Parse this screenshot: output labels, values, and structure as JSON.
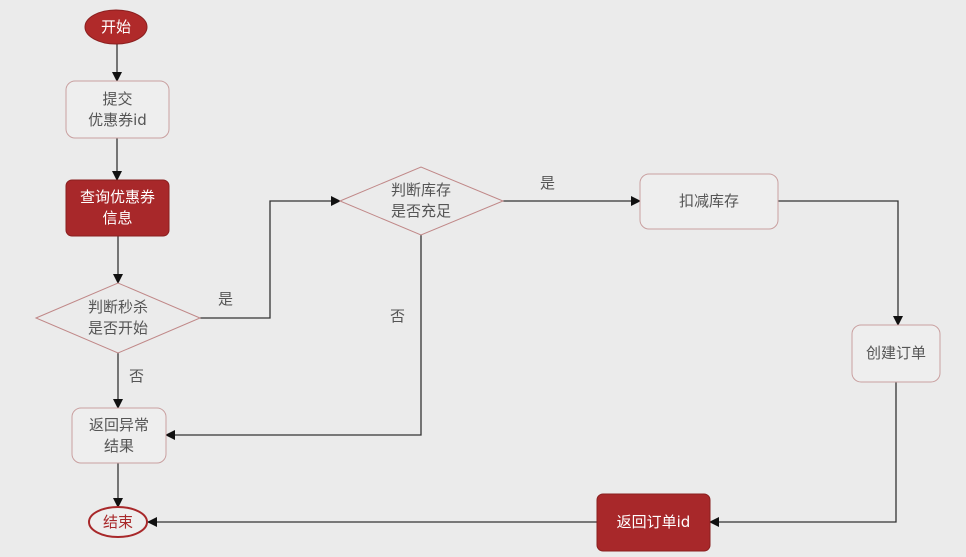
{
  "nodes": {
    "start": "开始",
    "submit": "提交\n优惠券id",
    "query": "查询优惠券\n信息",
    "check_start": "判断秒杀\n是否开始",
    "check_stock": "判断库存\n是否充足",
    "deduct": "扣减库存",
    "create_order": "创建订单",
    "return_order": "返回订单id",
    "return_error": "返回异常\n结果",
    "end": "结束"
  },
  "edges": {
    "start_yes": "是",
    "start_no": "否",
    "stock_yes": "是",
    "stock_no": "否"
  },
  "colors": {
    "accent": "#a8282a",
    "background": "#ebebeb",
    "node_border": "#c9a0a0"
  }
}
